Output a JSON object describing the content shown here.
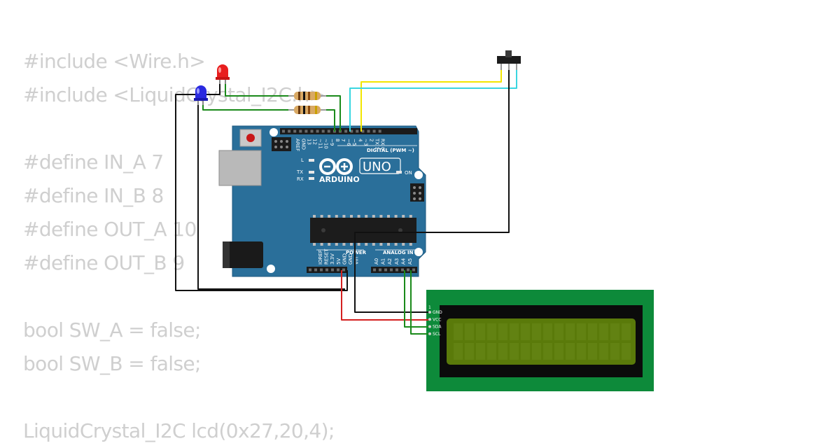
{
  "code_lines": [
    "#include <Wire.h>",
    "#include <LiquidCrystal_I2C.h>",
    "",
    "#define IN_A 7",
    "#define IN_B 8",
    "#define OUT_A 10",
    "#define OUT_B 9",
    "",
    "bool SW_A = false;",
    "bool SW_B = false;",
    "",
    "LiquidCrystal_I2C lcd(0x27,20,4);"
  ],
  "arduino": {
    "brand": "ARDUINO",
    "model": "UNO",
    "digital_label": "DIGITAL (PWM ~)",
    "power_label": "POWER",
    "analog_label": "ANALOG IN",
    "on_label": "ON",
    "l_label": "L",
    "tx_label": "TX",
    "rx_label": "RX",
    "digital_pins": [
      "AREF",
      "GND",
      "13",
      "12",
      "~11",
      "~10",
      "~9",
      "8",
      "7",
      "~6",
      "~5",
      "4",
      "~3",
      "2",
      "TX 1",
      "RX 0"
    ],
    "power_pins": [
      "IOREF",
      "RESET",
      "3.3V",
      "5V",
      "GND",
      "GND",
      "Vin"
    ],
    "analog_pins": [
      "A0",
      "A1",
      "A2",
      "A3",
      "A4",
      "A5"
    ]
  },
  "lcd": {
    "pin_marker": "1",
    "pins": [
      "GND",
      "VCC",
      "SDA",
      "SCL"
    ]
  },
  "colors": {
    "board": "#2a6f9a",
    "wire_green": "#1a8a1a",
    "wire_black": "#111111",
    "wire_red": "#d42020",
    "wire_yellow": "#f2e600",
    "wire_cyan": "#3ad6e0",
    "led_red": "#e81e1e",
    "led_blue": "#2a2ae0",
    "lcd_pcb": "#0d8a3a",
    "lcd_screen": "#5a7a0a",
    "code_text": "#cfcfcf"
  }
}
